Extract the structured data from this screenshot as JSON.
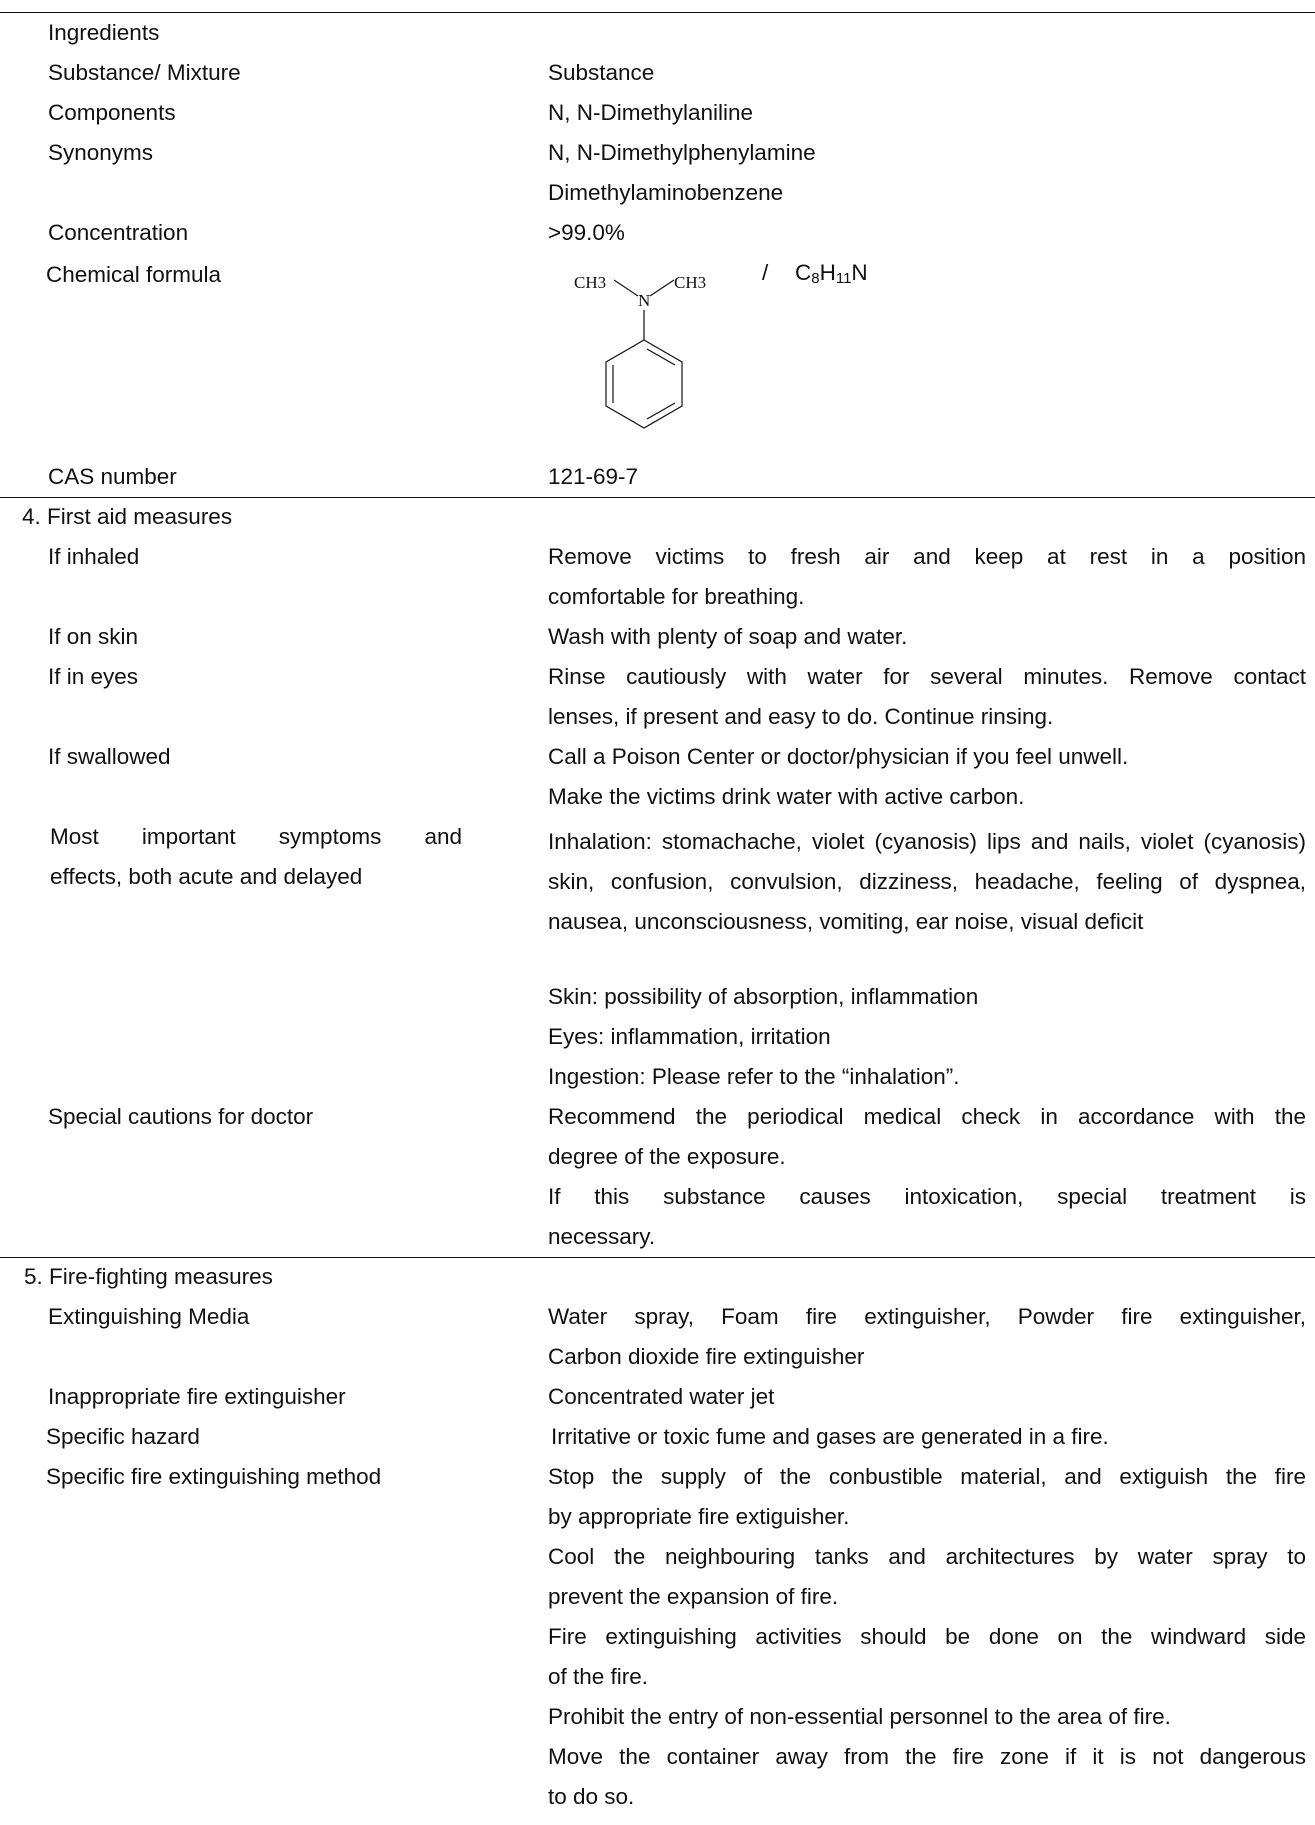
{
  "sections": {
    "ingredients": {
      "title": "Ingredients",
      "rows": {
        "substance_mixture": {
          "label": "Substance/ Mixture",
          "value": "Substance"
        },
        "components": {
          "label": "Components",
          "value": "N, N-Dimethylaniline"
        },
        "synonyms": {
          "label": "Synonyms",
          "value_1": "N, N-Dimethylphenylamine",
          "value_2": "Dimethylaminobenzene"
        },
        "concentration": {
          "label": "Concentration",
          "value": ">99.0%"
        },
        "chemical_formula": {
          "label": "Chemical formula",
          "separator": "/",
          "formula": {
            "c": "C",
            "c_n": "8",
            "h": "H",
            "h_n": "11",
            "n": "N"
          },
          "structure": {
            "left_group": "CH3",
            "right_group": "CH3",
            "nitrogen": "N"
          }
        },
        "cas_number": {
          "label": "CAS number",
          "value": "121-69-7"
        }
      }
    },
    "first_aid": {
      "title": "4. First aid measures",
      "rows": {
        "inhaled": {
          "label": "If inhaled",
          "line_1": "Remove victims to fresh air and keep at rest in a position",
          "line_2": "comfortable for breathing."
        },
        "skin": {
          "label": "If on skin",
          "value": "Wash with plenty of soap and water."
        },
        "eyes": {
          "label": "If in eyes",
          "line_1": "Rinse cautiously with water for several minutes. Remove contact",
          "line_2": "lenses, if present and easy to do. Continue rinsing."
        },
        "swallowed": {
          "label": "If swallowed",
          "line_1": "Call a Poison Center or doctor/physician if you feel unwell.",
          "line_2": "Make the victims drink water with active carbon."
        },
        "symptoms": {
          "label_1": "Most important symptoms and",
          "label_2": "effects, both acute and delayed",
          "inhalation": "Inhalation: stomachache, violet (cyanosis) lips and nails, violet (cyanosis) skin, confusion, convulsion, dizziness, headache, feeling of dyspnea, nausea, unconsciousness, vomiting, ear noise, visual deficit",
          "skin": "Skin: possibility of absorption, inflammation",
          "eyes": "Eyes: inflammation, irritation",
          "ingestion": "Ingestion: Please refer to the “inhalation”."
        },
        "doctor": {
          "label": "Special cautions for doctor",
          "line_1": "Recommend the periodical medical check in accordance with the",
          "line_2": "degree of the exposure.",
          "line_3": "If this substance causes intoxication, special treatment is",
          "line_4": "necessary."
        }
      }
    },
    "fire_fighting": {
      "title": "5. Fire-fighting measures",
      "rows": {
        "media": {
          "label": "Extinguishing Media",
          "line_1": "Water spray, Foam fire extinguisher, Powder fire extinguisher,",
          "line_2": "Carbon dioxide fire extinguisher"
        },
        "inappropriate": {
          "label": "Inappropriate fire extinguisher",
          "value": "Concentrated water jet"
        },
        "hazard": {
          "label": "Specific hazard",
          "value": "Irritative or toxic fume and gases are generated in a fire."
        },
        "method": {
          "label": "Specific fire extinguishing method",
          "p1_line_1": "Stop the supply of the conbustible material, and extiguish the fire",
          "p1_line_2": "by appropriate fire extiguisher.",
          "p2_line_1": "Cool the neighbouring tanks and architectures by water spray to",
          "p2_line_2": "prevent the expansion of fire.",
          "p3_line_1": "Fire extinguishing activities should be done on the windward side",
          "p3_line_2": "of the fire.",
          "p4": "Prohibit the entry of non-essential personnel to the area of fire.",
          "p5_line_1": "Move the container away from the fire zone if it is not dangerous",
          "p5_line_2": "to do so."
        }
      }
    }
  }
}
